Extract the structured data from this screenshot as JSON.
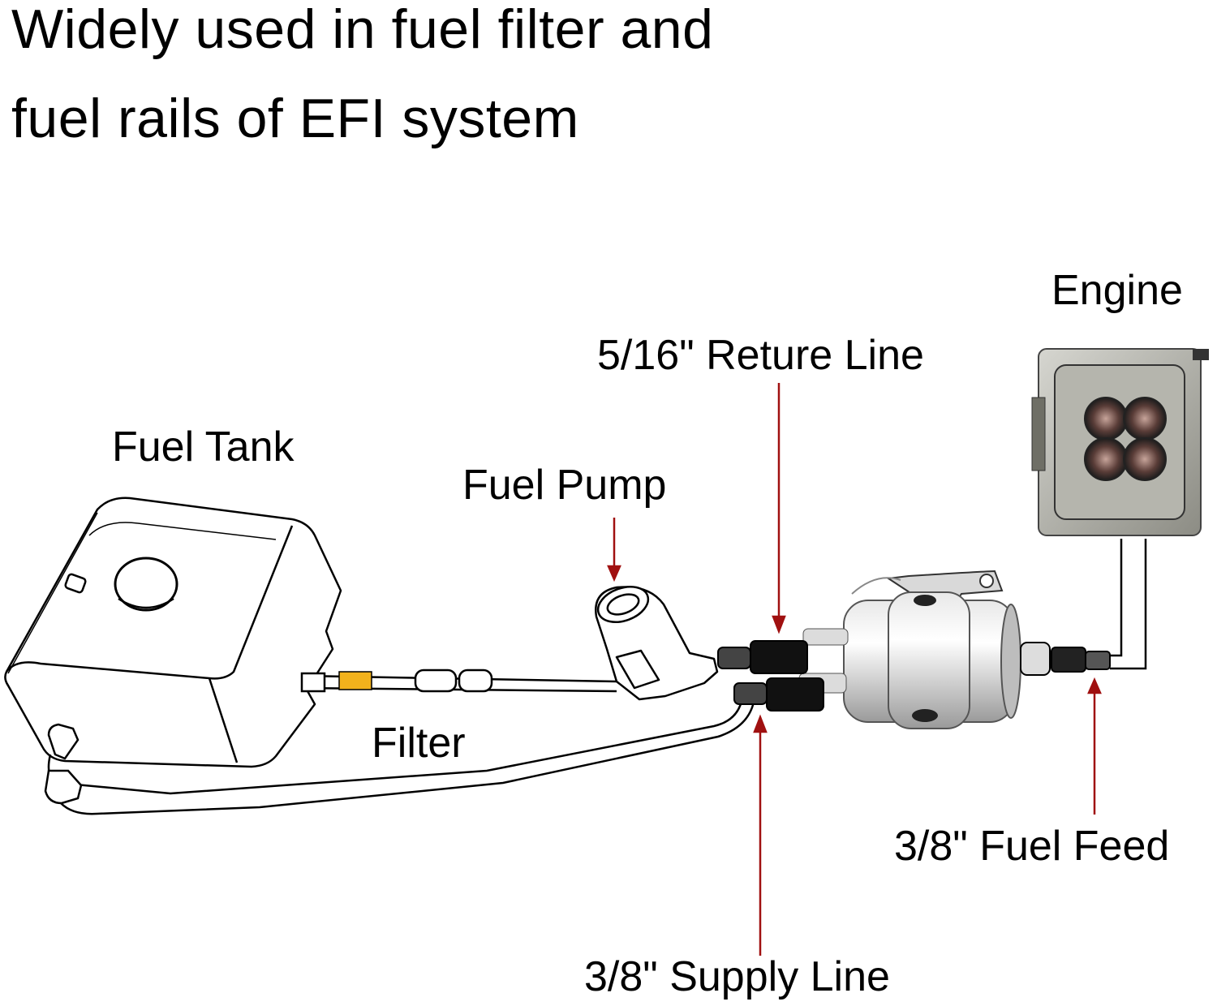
{
  "title": {
    "line1": "Widely used in fuel filter and",
    "line2": "fuel rails of EFI system"
  },
  "labels": {
    "engine": "Engine",
    "return_line": "5/16\" Reture Line",
    "fuel_tank": "Fuel Tank",
    "fuel_pump": "Fuel Pump",
    "filter": "Filter",
    "fuel_feed": "3/8\" Fuel Feed",
    "supply_line": "3/8\" Supply Line"
  },
  "colors": {
    "arrow": "#a01010",
    "outline": "#000000",
    "inline_filter": "#f2b21c"
  }
}
